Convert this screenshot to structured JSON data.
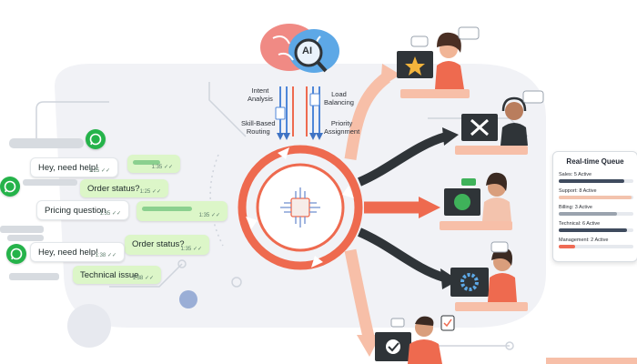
{
  "ai_badge": "AI",
  "routing_labels": {
    "intent": "Intent\nAnalysis",
    "skill": "Skill-Based\nRouting",
    "load": "Load\nBalancing",
    "priority": "Priority\nAssignment"
  },
  "messages": [
    {
      "text": "Hey, need help!",
      "time": "1:25 ✓✓",
      "style": "white"
    },
    {
      "text": "",
      "time": "1:35 ✓✓",
      "style": "green"
    },
    {
      "text": "Order status?",
      "time": "1:25 ✓✓",
      "style": "green"
    },
    {
      "text": "Pricing question",
      "time": "1:35 ✓✓",
      "style": "white"
    },
    {
      "text": "",
      "time": "1:35 ✓✓",
      "style": "green"
    },
    {
      "text": "Order status?",
      "time": "1:35 ✓✓",
      "style": "green"
    },
    {
      "text": "Hey, need help!",
      "time": "1:38 ✓✓",
      "style": "white"
    },
    {
      "text": "Technical issue",
      "time": "1:38 ✓✓",
      "style": "green"
    }
  ],
  "queue": {
    "title": "Real-time Queue",
    "rows": [
      {
        "label": "Sales: 5 Active",
        "level": 0.88,
        "color": "#3f4b5e"
      },
      {
        "label": "Support: 8 Active",
        "level": 0.98,
        "color": "#f3c3ad"
      },
      {
        "label": "Billing: 3 Active",
        "level": 0.78,
        "color": "#9aa3ae"
      },
      {
        "label": "Technical: 6 Active",
        "level": 0.92,
        "color": "#3f4b5e"
      },
      {
        "label": "Management: 2 Active",
        "level": 0.22,
        "color": "#ef6b55"
      }
    ]
  },
  "colors": {
    "accent": "#ee6a4f",
    "whatsapp": "#25b34a",
    "dark_arrow": "#2f3438",
    "peach": "#f7bfa8",
    "brain_pink": "#f08a84",
    "brain_blue": "#5da8e6"
  },
  "icons": [
    "whatsapp-icon",
    "brain-icon",
    "magnifier-icon",
    "document-icon",
    "chip-icon",
    "headset-icon",
    "star-icon",
    "tools-icon",
    "dollar-icon",
    "gear-icon",
    "check-icon",
    "clipboard-icon",
    "speech-bubble-icon"
  ]
}
